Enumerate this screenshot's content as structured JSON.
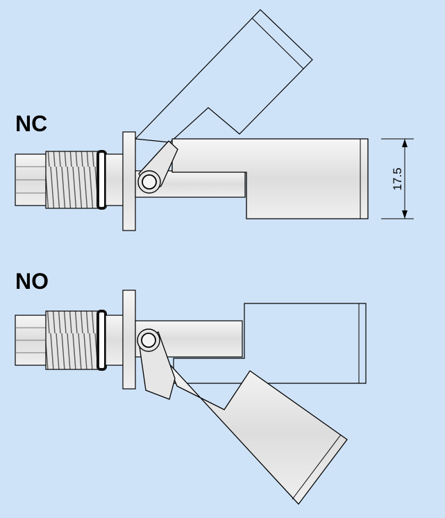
{
  "labels": {
    "nc": "NC",
    "no": "NO"
  },
  "dimension": {
    "value": "17.5"
  },
  "colors": {
    "background": "#cfe3f8",
    "part_fill": "#e8e8e8",
    "outline": "#000000",
    "oring": "#111111"
  }
}
